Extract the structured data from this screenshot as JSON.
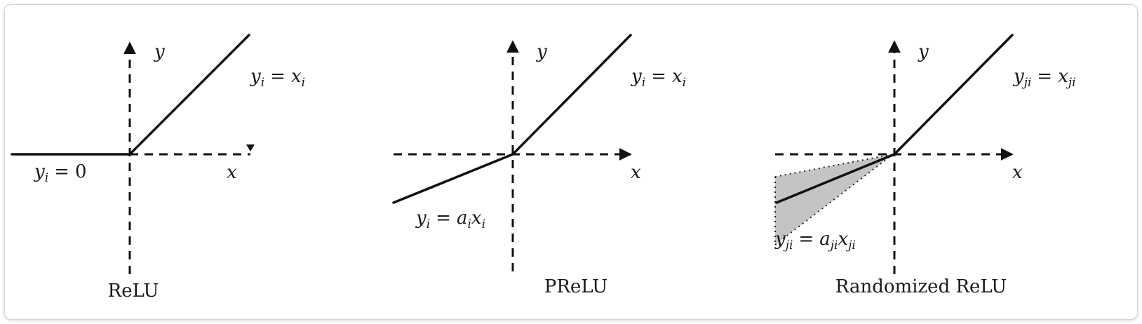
{
  "panels": [
    {
      "caption": "ReLU",
      "axis_x": "x",
      "axis_y": "y",
      "positive_label": {
        "lhs": "y",
        "lhs_sub": "i",
        "rhs": "x",
        "rhs_sub": "i"
      },
      "negative_label": {
        "lhs": "y",
        "lhs_sub": "i",
        "rhs": "0"
      }
    },
    {
      "caption": "PReLU",
      "axis_x": "x",
      "axis_y": "y",
      "positive_label": {
        "lhs": "y",
        "lhs_sub": "i",
        "rhs": "x",
        "rhs_sub": "i"
      },
      "negative_label": {
        "lhs": "y",
        "lhs_sub": "i",
        "rhs_a": "a",
        "rhs_a_sub": "i",
        "rhs_x": "x",
        "rhs_x_sub": "i"
      }
    },
    {
      "caption": "Randomized ReLU",
      "axis_x": "x",
      "axis_y": "y",
      "positive_label": {
        "lhs": "y",
        "lhs_sub": "ji",
        "rhs": "x",
        "rhs_sub": "ji"
      },
      "negative_label": {
        "lhs": "y",
        "lhs_sub": "ji",
        "rhs_a": "a",
        "rhs_a_sub": "ji",
        "rhs_x": "x",
        "rhs_x_sub": "ji"
      }
    }
  ],
  "equals_sign": "=",
  "colors": {
    "line": "#111111",
    "shaded_region": "#c4c4c4",
    "frame_border": "#d4d4d4"
  }
}
